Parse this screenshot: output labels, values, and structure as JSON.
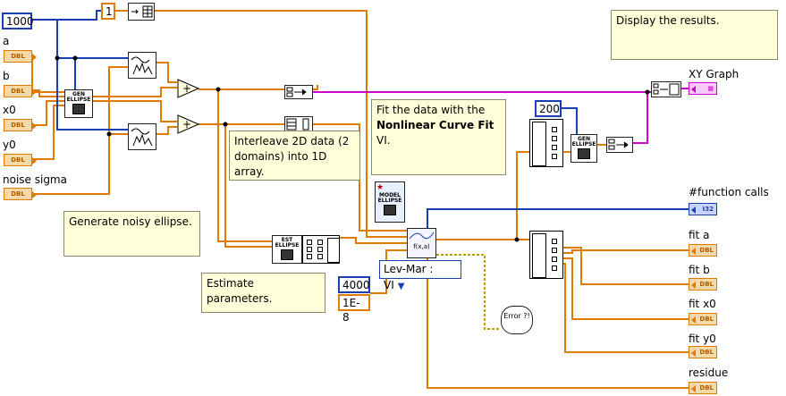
{
  "controls": {
    "a": "a",
    "b": "b",
    "x0": "x0",
    "y0": "y0",
    "noise_sigma": "noise sigma",
    "dbl_tag": "DBL"
  },
  "constants": {
    "n_points": "1000",
    "interleave_index": "1",
    "plot_points": "200",
    "max_iterations": "4000",
    "tolerance": "1E-8"
  },
  "nodes": {
    "gen_ellipse_label": "GEN ELLIPSE",
    "est_ellipse_label": "EST ELLIPSE",
    "model_ellipse_label": "MODEL ELLIPSE",
    "curve_fit_glyph": "f(x,a)",
    "error_glyph": "Error ?!",
    "plus_glyph": "+"
  },
  "ring": {
    "method": "Lev-Mar : VI"
  },
  "indicators": {
    "xy_graph": "XY Graph",
    "function_calls": "#function calls",
    "fit_a": "fit a",
    "fit_b": "fit b",
    "fit_x0": "fit x0",
    "fit_y0": "fit y0",
    "residue": "residue",
    "i32_tag": "I32"
  },
  "comments": {
    "display": "Display the results.",
    "fit_pre": "Fit the data with the ",
    "fit_bold": "Nonlinear Curve Fit",
    "fit_post": " VI.",
    "interleave": "Interleave 2D data (2 domains) into 1D array.",
    "generate": "Generate noisy ellipse.",
    "estimate": "Estimate parameters."
  },
  "colors": {
    "numeric_wire": "#e07a00",
    "integer_wire": "#1a3fb0",
    "cluster_wire": "#d000d0",
    "error_wire": "#b8a000",
    "comment_bg": "#ffffd9"
  }
}
